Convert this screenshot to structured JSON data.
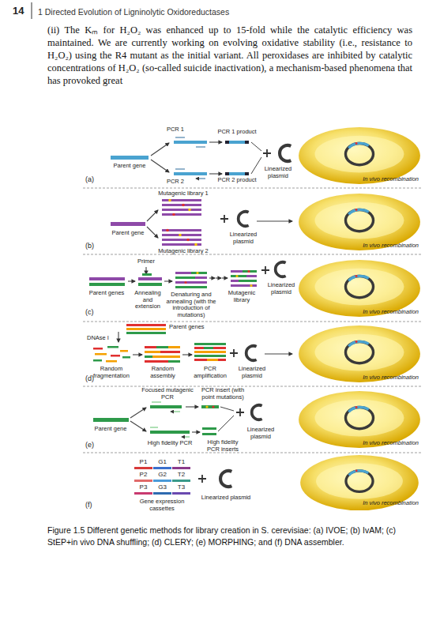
{
  "diagram": {
    "caption": "Figure 1.5 Different genetic methods for library creation in S. cerevisiae: (a) IVOE; (b) IvAM; (c) StEP+in vivo DNA shuffling; (d) CLERY; (e) MORPHING; and (f) DNA assembler.",
    "nodes": [
      {
        "text": [
          "P1"
        ]
      },
      {
        "text": [
          "G1"
        ]
      },
      {
        "text": [
          "T1"
        ]
      },
      {
        "text": [
          "P2"
        ]
      },
      {
        "text": [
          "G2"
        ]
      },
      {
        "text": [
          "T2"
        ]
      },
      {
        "text": [
          "P3"
        ]
      },
      {
        "text": [
          "G3"
        ]
      },
      {
        "text": [
          "T3"
        ]
      }
    ],
    "labels": [
      "14",
      "1 Directed Evolution of Ligninolytic Oxidoreductases",
      "(ii) The Kₘ for H₂O₂ was enhanced up to 15-fold while the catalytic efficiency was maintained. We are currently working on evolving oxidative stability (i.e., resistance to H₂O₂) using the R4 mutant as the initial variant. All peroxidases are inhibited by catalytic concentrations of H₂O₂ (so-called suicide inactivation), a mechanism-based phenomena that has provoked great",
      "PCR 1",
      "PCR 1 product",
      "Parent gene",
      "PCR 2",
      "PCR 2 product",
      "Linearized plasmid",
      "(a)",
      "In vivo recombination",
      "Mutagenic library 1",
      "Parent gene",
      "Linearized plasmid",
      "Mutagenic library 2",
      "(b)",
      "In vivo recombination",
      "Primer",
      "Parent genes",
      "Annealing and extension",
      "Denaturing and annealing (with the introduction of mutations)",
      "Mutagenic library",
      "Linearized plasmid",
      "(c)",
      "In vivo recombination",
      "Parent genes",
      "DNAse I",
      "Random fragmentation",
      "Random assembly",
      "PCR amplification",
      "Linearized plasmid",
      "(d)",
      "In vivo recombination",
      "Focused mutagenic PCR",
      "PCR insert (with point mutations)",
      "Parent gene",
      "Linearized plasmid",
      "High fidelity PCR",
      "High fidelity PCR inserts",
      "(e)",
      "In vivo recombination",
      "Gene expression cassettes",
      "Linearized plasmid",
      "(f)",
      "In vivo recombination"
    ]
  }
}
